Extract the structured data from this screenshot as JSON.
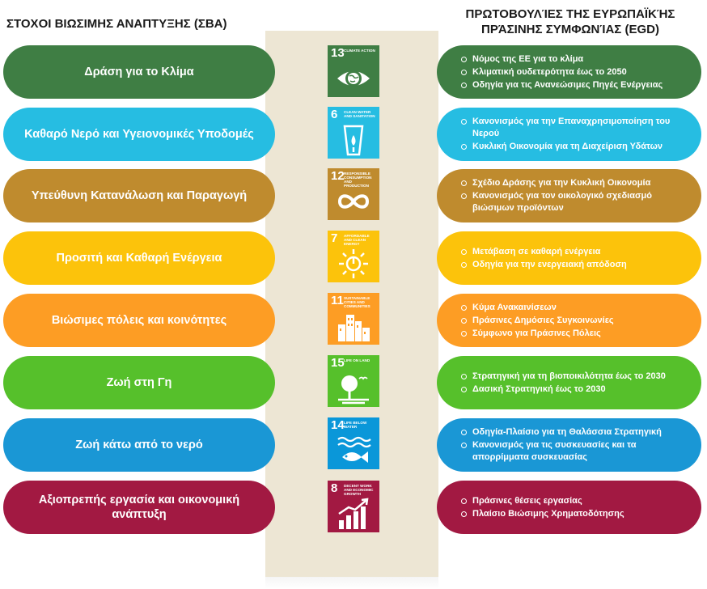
{
  "headers": {
    "left": "ΣΤΟΧΟΙ ΒΙΩΣΙΜΗΣ ΑΝΑΠΤΥΞΗΣ (ΣΒΑ)",
    "right_line1": "ΠΡΩΤΟΒΟΥΛΊΕΣ ΤΗΣ ΕΥΡΩΠΑΪΚΉΣ",
    "right_line2": "ΠΡΆΣΙΝΗΣ ΣΥΜΦΩΝΊΑΣ (EGD)"
  },
  "rows": [
    {
      "goal": "Δράση για το Κλίμα",
      "color": "#3f7e44",
      "icon": {
        "name": "eye-earth-icon",
        "number": "13",
        "text": "CLIMATE ACTION",
        "color": "#3f7e44"
      },
      "initiatives": [
        "Νόμος της ΕΕ για το κλίμα",
        "Κλιματική ουδετερότητα έως το 2050",
        "Οδηγία για τις Ανανεώσιμες Πηγές Ενέργειας"
      ]
    },
    {
      "goal": "Καθαρό Νερό και Υγειονομικές Υποδομές",
      "color": "#26bde2",
      "icon": {
        "name": "water-glass-icon",
        "number": "6",
        "text": "CLEAN WATER AND SANITATION",
        "color": "#26bde2"
      },
      "initiatives": [
        "Κανονισμός για την Επαναχρησιμοποίηση του Νερού",
        "Κυκλική Οικονομία για τη Διαχείριση Υδάτων"
      ]
    },
    {
      "goal": "Υπεύθυνη Κατανάλωση και Παραγωγή",
      "color": "#bf8b2e",
      "icon": {
        "name": "infinity-icon",
        "number": "12",
        "text": "RESPONSIBLE CONSUMPTION AND PRODUCTION",
        "color": "#bf8b2e"
      },
      "initiatives": [
        "Σχέδιο Δράσης για την Κυκλική Οικονομία",
        "Κανονισμός για τον οικολογικό σχεδιασμό βιώσιμων προϊόντων"
      ]
    },
    {
      "goal": "Προσιτή και Καθαρή Ενέργεια",
      "color": "#fcc30b",
      "icon": {
        "name": "sun-power-icon",
        "number": "7",
        "text": "AFFORDABLE AND CLEAN ENERGY",
        "color": "#fcc30b"
      },
      "initiatives": [
        "Μετάβαση σε καθαρή ενέργεια",
        "Οδηγία για την ενεργειακή απόδοση"
      ]
    },
    {
      "goal": "Βιώσιμες πόλεις και κοινότητες",
      "color": "#fd9d24",
      "icon": {
        "name": "city-buildings-icon",
        "number": "11",
        "text": "SUSTAINABLE CITIES AND COMMUNITIES",
        "color": "#fd9d24"
      },
      "initiatives": [
        "Κύμα Ανακαινίσεων",
        "Πράσινες Δημόσιες Συγκοινωνίες",
        "Σύμφωνο για Πράσινες Πόλεις"
      ]
    },
    {
      "goal": "Ζωή στη Γη",
      "color": "#56c02b",
      "icon": {
        "name": "tree-birds-icon",
        "number": "15",
        "text": "LIFE ON LAND",
        "color": "#56c02b"
      },
      "initiatives": [
        "Στρατηγική για τη βιοποικιλότητα έως το 2030",
        "Δασική Στρατηγική έως το 2030"
      ]
    },
    {
      "goal": "Ζωή κάτω από το νερό",
      "color": "#1a97d5",
      "icon": {
        "name": "fish-waves-icon",
        "number": "14",
        "text": "LIFE BELOW WATER",
        "color": "#0a97d9"
      },
      "initiatives": [
        "Οδηγία-Πλαίσιο για τη Θαλάσσια Στρατηγική",
        "Κανονισμός για τις συσκευασίες και τα απορρίμματα συσκευασίας"
      ]
    },
    {
      "goal": "Αξιοπρεπής εργασία και οικονομική ανάπτυξη",
      "color": "#a21942",
      "icon": {
        "name": "growth-chart-icon",
        "number": "8",
        "text": "DECENT WORK AND ECONOMIC GROWTH",
        "color": "#a21942"
      },
      "initiatives": [
        "Πράσινες θέσεις εργασίας",
        "Πλαίσιο Βιώσιμης Χρηματοδότησης"
      ]
    }
  ]
}
